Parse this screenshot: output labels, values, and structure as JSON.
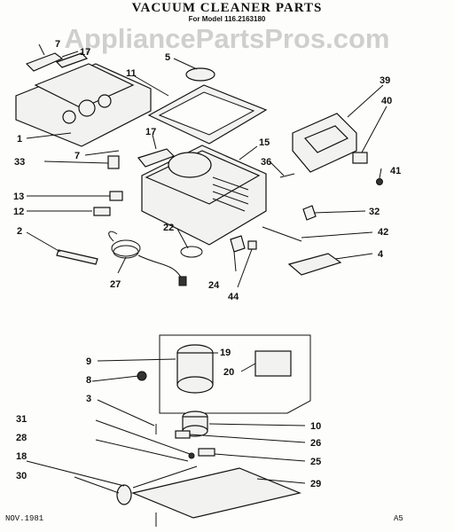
{
  "header": {
    "title": "VACUUM CLEANER PARTS",
    "model_line": "For Model 116.2163180"
  },
  "watermark": "AppliancePartsPros.com",
  "footer": {
    "date": "NOV.1981",
    "code": "A5"
  },
  "callouts": [
    "1",
    "2",
    "3",
    "4",
    "5",
    "7",
    "7",
    "8",
    "9",
    "10",
    "11",
    "12",
    "13",
    "15",
    "17",
    "17",
    "18",
    "19",
    "20",
    "22",
    "24",
    "25",
    "26",
    "27",
    "28",
    "29",
    "30",
    "31",
    "32",
    "33",
    "36",
    "39",
    "40",
    "41",
    "42",
    "44"
  ]
}
